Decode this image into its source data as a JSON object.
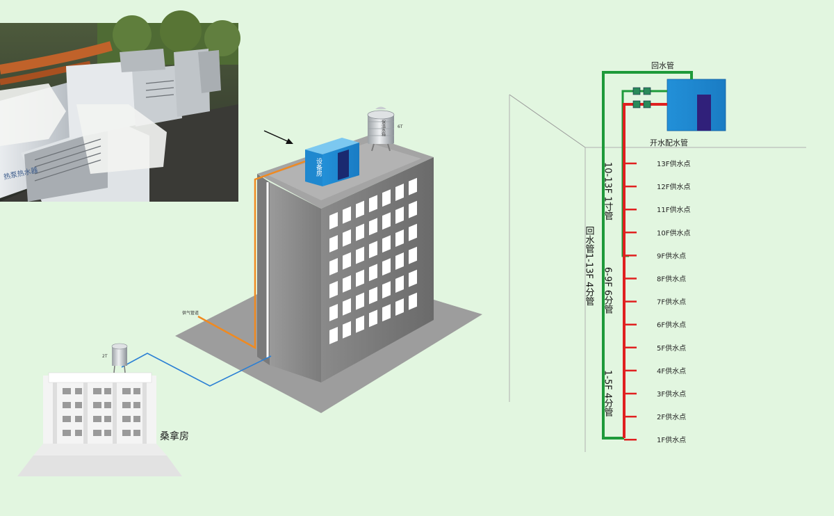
{
  "photo": {
    "caption": "Photo of installed heat-pump water heater units on rooftop",
    "unit_brand_text": "热泵热水器"
  },
  "building": {
    "equipment_room_label": "设备房",
    "tank_label": "保温水箱",
    "tank_capacity": "6T",
    "gas_pipe_label": "供气管道"
  },
  "sauna": {
    "label": "桑拿房",
    "tank_capacity": "2T"
  },
  "riser": {
    "return_pipe_top_label": "回水管",
    "supply_pipe_label": "开水配水管",
    "return_pipe_vertical_label": "回水管1-13F 4分管",
    "segments": [
      {
        "label": "10-13F 1寸管"
      },
      {
        "label": "6-9F 6分管"
      },
      {
        "label": "1-5F 4分管"
      }
    ],
    "floors": [
      {
        "label": "13F供水点"
      },
      {
        "label": "12F供水点"
      },
      {
        "label": "11F供水点"
      },
      {
        "label": "10F供水点"
      },
      {
        "label": "9F供水点"
      },
      {
        "label": "8F供水点"
      },
      {
        "label": "7F供水点"
      },
      {
        "label": "6F供水点"
      },
      {
        "label": "5F供水点"
      },
      {
        "label": "4F供水点"
      },
      {
        "label": "3F供水点"
      },
      {
        "label": "2F供水点"
      },
      {
        "label": "1F供水点"
      }
    ]
  },
  "colors": {
    "background": "#e2f6e0",
    "building_front": "#8a8a8a",
    "building_side": "#6e6e6e",
    "equipment_room": "#2aa5e0",
    "return_pipe": "#1e9a3a",
    "supply_pipe": "#e02020",
    "gas_pipe": "#f08a20",
    "water_pipe": "#2a7fd4"
  }
}
